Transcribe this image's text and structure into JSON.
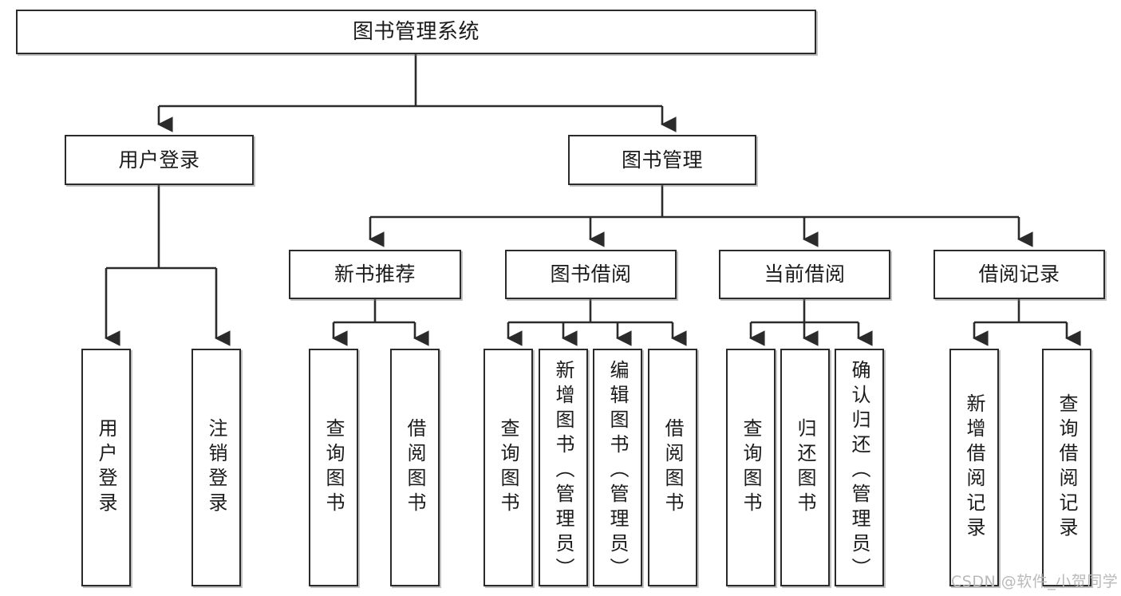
{
  "diagram": {
    "title": "图书管理系统",
    "type": "hierarchy-tree",
    "watermark": "CSDN @软件_小贺同学",
    "colors": {
      "box_border": "#2b2b2b",
      "box_fill": "#ffffff",
      "connector": "#2b2b2b",
      "text": "#1b1b1b",
      "watermark": "#b9b9b9"
    },
    "nodes": {
      "root": {
        "label": "图书管理系统"
      },
      "level2": [
        {
          "id": "user-login",
          "label": "用户登录"
        },
        {
          "id": "book-management",
          "label": "图书管理"
        }
      ],
      "level3": [
        {
          "id": "new-book-recommend",
          "label": "新书推荐"
        },
        {
          "id": "book-borrow",
          "label": "图书借阅"
        },
        {
          "id": "current-borrow",
          "label": "当前借阅"
        },
        {
          "id": "borrow-record",
          "label": "借阅记录"
        }
      ],
      "leaves": {
        "user_login": [
          {
            "id": "leaf-user-login",
            "label": "用户登录"
          },
          {
            "id": "leaf-logout-login",
            "label": "注销登录"
          }
        ],
        "new_book_recommend": [
          {
            "id": "leaf-query-book-1",
            "label": "查询图书"
          },
          {
            "id": "leaf-borrow-book-1",
            "label": "借阅图书"
          }
        ],
        "book_borrow": [
          {
            "id": "leaf-query-book-2",
            "label": "查询图书"
          },
          {
            "id": "leaf-add-book",
            "label": "新增图书（管理员）"
          },
          {
            "id": "leaf-edit-book",
            "label": "编辑图书（管理员）"
          },
          {
            "id": "leaf-borrow-book-2",
            "label": "借阅图书"
          }
        ],
        "current_borrow": [
          {
            "id": "leaf-query-book-3",
            "label": "查询图书"
          },
          {
            "id": "leaf-return-book",
            "label": "归还图书"
          },
          {
            "id": "leaf-confirm-return",
            "label": "确认归还（管理员）"
          }
        ],
        "borrow_record": [
          {
            "id": "leaf-add-record",
            "label": "新增借阅记录"
          },
          {
            "id": "leaf-query-record",
            "label": "查询借阅记录"
          }
        ]
      }
    }
  }
}
